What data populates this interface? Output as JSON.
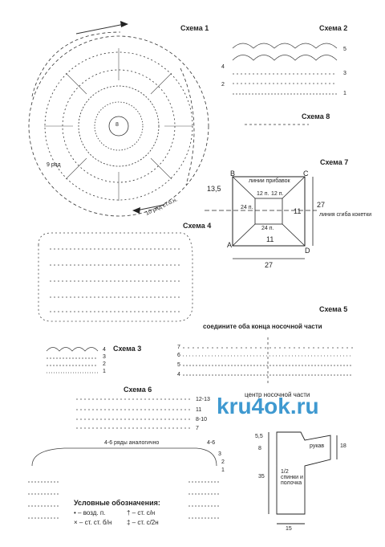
{
  "schemes": {
    "s1": "Схема 1",
    "s2": "Схема 2",
    "s3": "Схема 3",
    "s4": "Схема 4",
    "s5": "Схема 5",
    "s6": "Схема 6",
    "s7": "Схема 7",
    "s8": "Схема 8"
  },
  "scheme1": {
    "center": "8",
    "row9": "9 ряд",
    "row10": "10 ряд ст.б.н."
  },
  "scheme2": {
    "rows": [
      "5",
      "4",
      "3",
      "2",
      "1"
    ]
  },
  "scheme3": {
    "rows": [
      "4",
      "3",
      "2",
      "1"
    ]
  },
  "scheme5": {
    "join_label": "соедините оба конца носочной части",
    "center_label": "центр носочной части",
    "rows": [
      "7",
      "6",
      "5",
      "4"
    ]
  },
  "scheme6": {
    "rows_right": [
      "12-13",
      "11",
      "8-10",
      "7"
    ],
    "similar_label": "4-6 ряды аналогично",
    "rows_small": [
      "4-6",
      "3",
      "2",
      "1"
    ]
  },
  "scheme7": {
    "corners": [
      "B",
      "C",
      "A",
      "D"
    ],
    "increase_label": "линии прибавок",
    "fold_label": "линия сгиба кокетки",
    "dims": [
      "13,5",
      "12 п.",
      "12 п.",
      "24 п.",
      "11",
      "24 п.",
      "11",
      "27",
      "27"
    ]
  },
  "pattern": {
    "dims": [
      "5,5",
      "8",
      "18",
      "35",
      "15"
    ],
    "sleeve": "рукав",
    "body": "1/2 спинки и полочка"
  },
  "legend": {
    "title": "Условные обозначения:",
    "items": [
      "• – возд. п.",
      "× – ст. ст. б/н",
      "† – ст. с/н",
      "‡ – ст. с/2н"
    ]
  },
  "watermark": "kru4ok.ru"
}
